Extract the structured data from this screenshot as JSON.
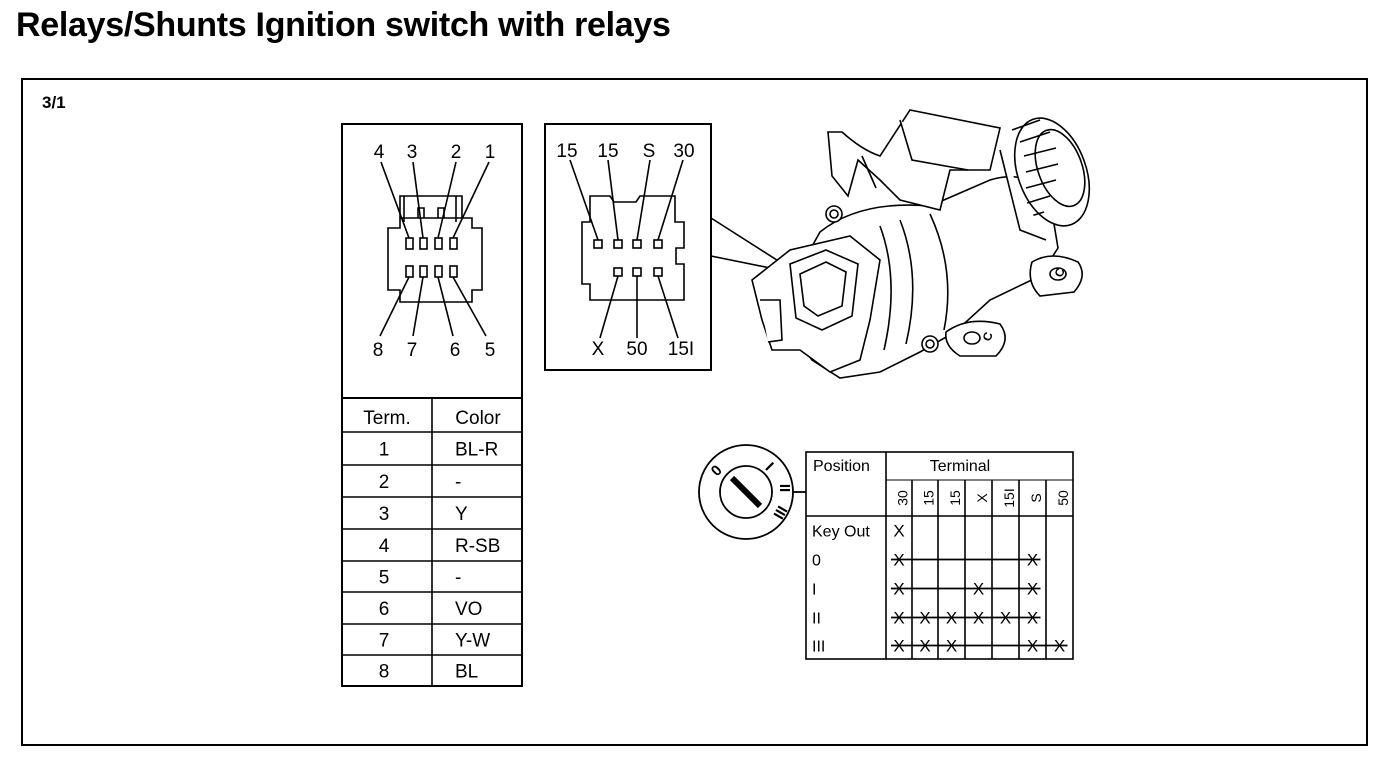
{
  "title": "Relays/Shunts Ignition switch with relays",
  "figure_label": "3/1",
  "connector_left": {
    "top_pins": [
      "4",
      "3",
      "2",
      "1"
    ],
    "bottom_pins": [
      "8",
      "7",
      "6",
      "5"
    ]
  },
  "connector_right": {
    "top_pins": [
      "15",
      "15",
      "S",
      "30"
    ],
    "bottom_pins": [
      "X",
      "50",
      "15I"
    ]
  },
  "term_table": {
    "headers": [
      "Term.",
      "Color"
    ],
    "rows": [
      [
        "1",
        "BL-R"
      ],
      [
        "2",
        "-"
      ],
      [
        "3",
        "Y"
      ],
      [
        "4",
        "R-SB"
      ],
      [
        "5",
        "-"
      ],
      [
        "6",
        "VO"
      ],
      [
        "7",
        "Y-W"
      ],
      [
        "8",
        "BL"
      ]
    ]
  },
  "position_table": {
    "position_header": "Position",
    "terminal_header": "Terminal",
    "terminals": [
      "30",
      "15",
      "15",
      "X",
      "15I",
      "S",
      "50"
    ],
    "rows": [
      {
        "label": "Key Out",
        "marks": [
          1,
          0,
          0,
          0,
          0,
          0,
          0
        ]
      },
      {
        "label": "0",
        "marks": [
          1,
          0,
          0,
          0,
          0,
          1,
          0
        ]
      },
      {
        "label": "I",
        "marks": [
          1,
          0,
          0,
          1,
          0,
          1,
          0
        ]
      },
      {
        "label": "II",
        "marks": [
          1,
          1,
          1,
          1,
          1,
          1,
          0
        ]
      },
      {
        "label": "III",
        "marks": [
          1,
          1,
          1,
          0,
          0,
          1,
          1
        ]
      }
    ],
    "mark_symbol": "X"
  },
  "key_dial": {
    "labels": [
      "0",
      "I",
      "II",
      "III"
    ]
  },
  "switch_labels": [
    "C",
    "C"
  ]
}
